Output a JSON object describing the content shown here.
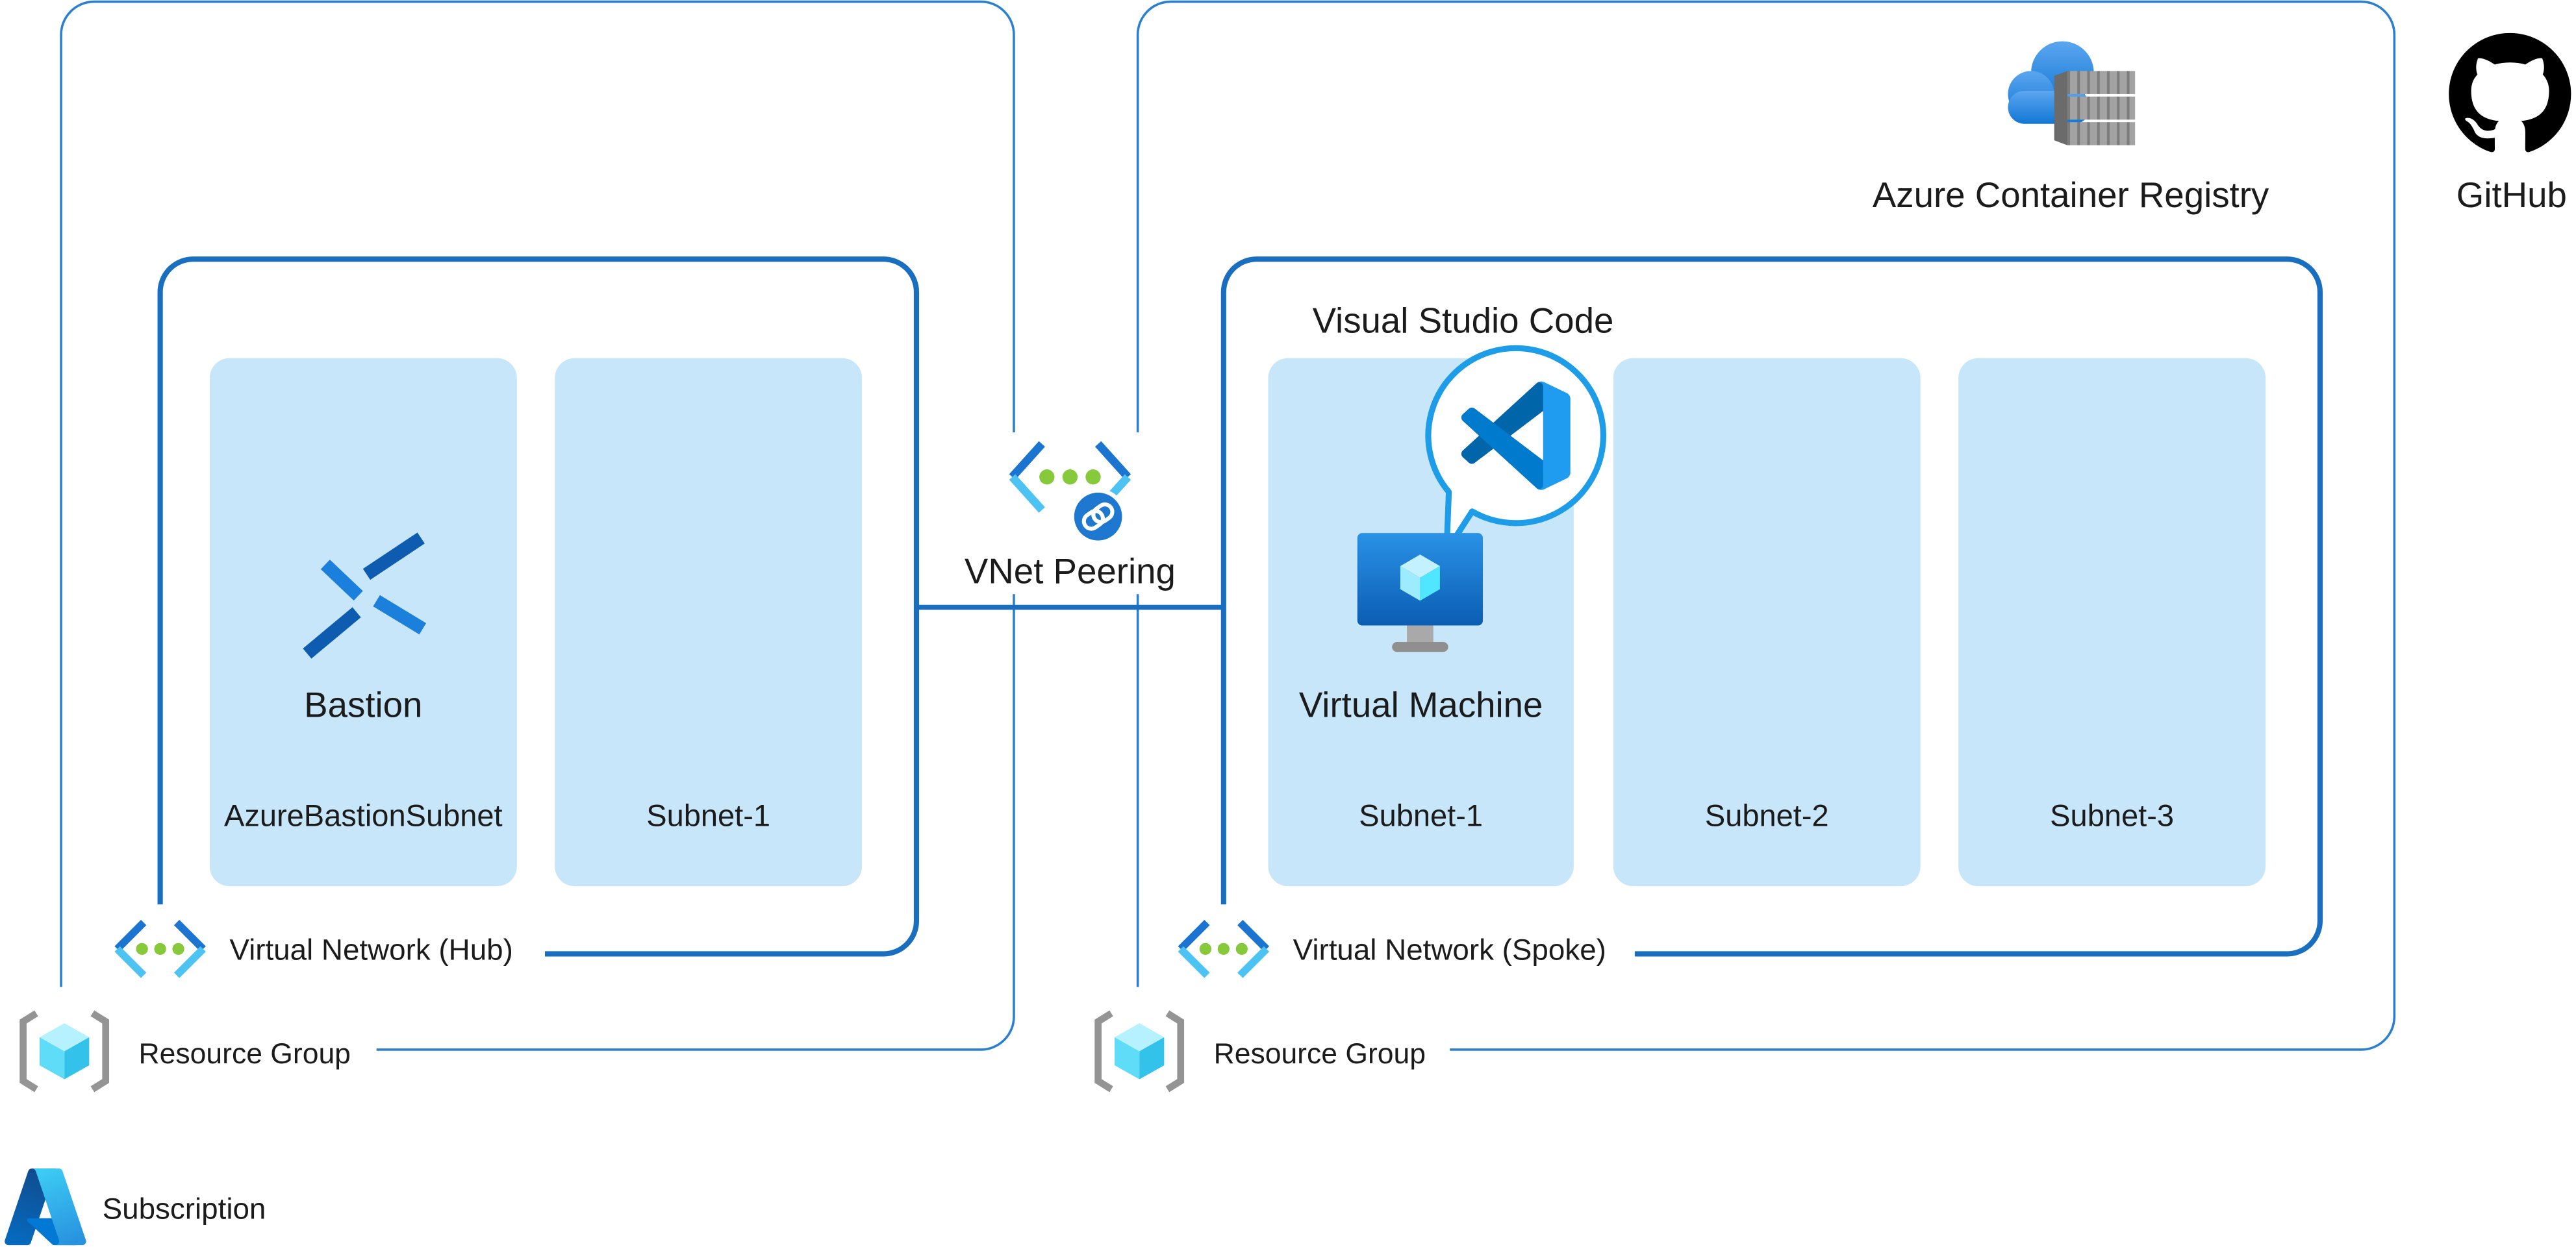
{
  "subscription": {
    "label": "Subscription"
  },
  "resource_groups": [
    {
      "label": "Resource Group"
    },
    {
      "label": "Resource Group"
    }
  ],
  "hub_vnet": {
    "label": "Virtual Network (Hub)",
    "subnets": [
      {
        "label": "AzureBastionSubnet",
        "resource": "Bastion"
      },
      {
        "label": "Subnet-1"
      }
    ]
  },
  "spoke_vnet": {
    "label": "Virtual Network (Spoke)",
    "subnets": [
      {
        "label": "Subnet-1",
        "resource": "Virtual Machine",
        "callout": "Visual Studio Code"
      },
      {
        "label": "Subnet-2"
      },
      {
        "label": "Subnet-3"
      }
    ]
  },
  "peering": {
    "label": "VNet Peering"
  },
  "container_registry": {
    "label": "Azure Container Registry"
  },
  "github": {
    "label": "GitHub"
  },
  "icons": {
    "subscription": "azure-icon",
    "resource_group": "resource-group-icon",
    "virtual_network": "virtual-network-icon",
    "vnet_peering": "vnet-peering-icon",
    "bastion": "bastion-icon",
    "virtual_machine": "virtual-machine-icon",
    "vscode": "vscode-icon",
    "container_registry": "container-registry-icon",
    "github": "github-icon"
  },
  "colors": {
    "rg_line": "#2a7fd0",
    "vnet_line": "#1a6ec0",
    "subnet_fill": "#c7e6fa",
    "text": "#1b1b1b",
    "callout": "#1d9ce8"
  }
}
